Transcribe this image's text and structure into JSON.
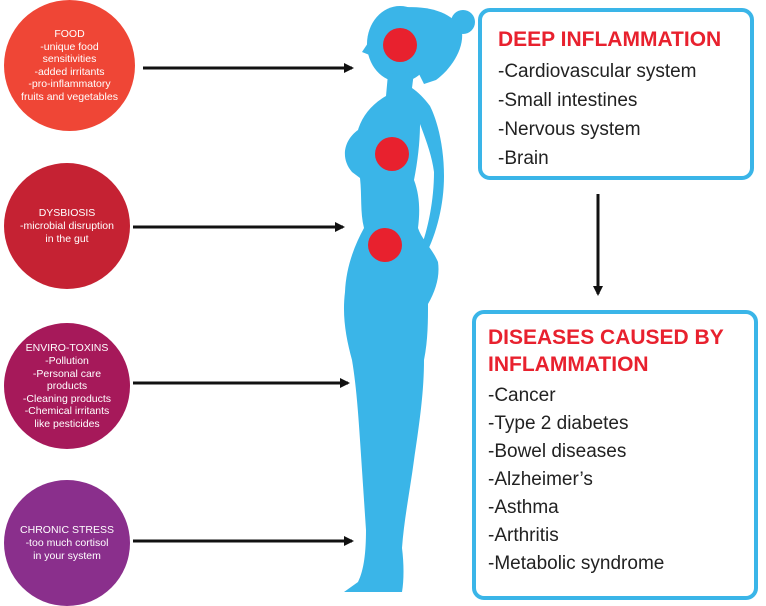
{
  "colors": {
    "body": "#3ab5e8",
    "dot": "#e8212e",
    "food": "#ef4636",
    "dysbiosis": "#c52233",
    "enviro_toxins": "#a6195a",
    "chronic_stress": "#8a2f8c",
    "box_border": "#3ab5e8",
    "title_red": "#e8212e"
  },
  "causes": [
    {
      "key": "food",
      "title": "FOOD",
      "lines": [
        "-unique food",
        "sensitivities",
        "-added irritants",
        "-pro-inflammatory",
        "fruits and vegetables"
      ]
    },
    {
      "key": "dysbiosis",
      "title": "DYSBIOSIS",
      "lines": [
        "-microbial disruption",
        "in the gut"
      ]
    },
    {
      "key": "enviro_toxins",
      "title": "ENVIRO-TOXINS",
      "lines": [
        "-Pollution",
        "-Personal care products",
        "-Cleaning products",
        "-Chemical irritants",
        "like pesticides"
      ]
    },
    {
      "key": "chronic_stress",
      "title": "CHRONIC STRESS",
      "lines": [
        "-too much cortisol",
        "in your system"
      ]
    }
  ],
  "deep_inflammation": {
    "title": "DEEP INFLAMMATION",
    "items": [
      "-Cardiovascular system",
      "-Small intestines",
      "-Nervous system",
      "-Brain"
    ]
  },
  "diseases": {
    "title_line1": "DISEASES CAUSED BY",
    "title_line2": "INFLAMMATION",
    "items": [
      "-Cancer",
      "-Type 2 diabetes",
      "-Bowel diseases",
      "-Alzheimer’s",
      "-Asthma",
      "-Arthritis",
      "-Metabolic syndrome"
    ]
  }
}
